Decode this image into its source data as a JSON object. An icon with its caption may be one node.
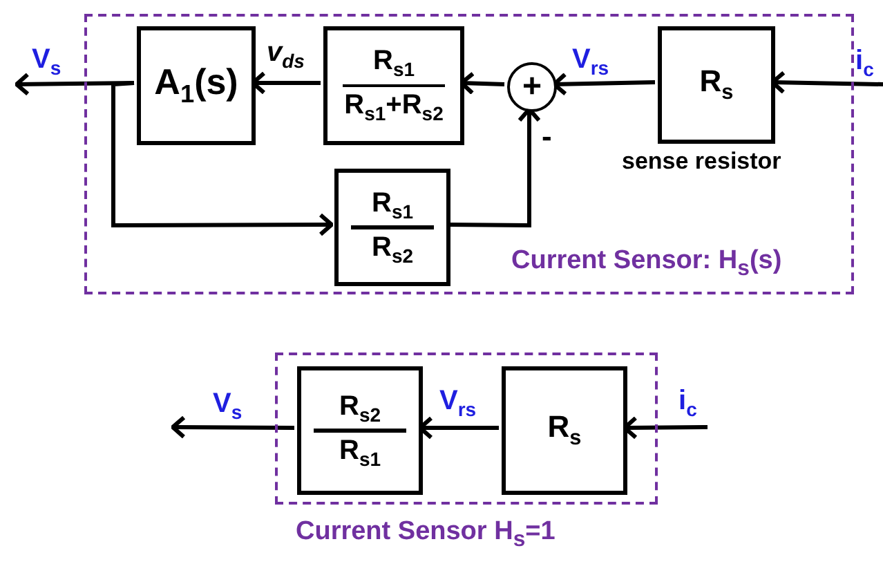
{
  "diagram": {
    "nodes": [
      {
        "text": [
          "Current Sensor: H$_{s}$(s)"
        ]
      },
      {
        "text": [
          "A$_{1}$(s)"
        ],
        "in": 0
      },
      {
        "text": [
          "R$_{s1}$",
          "R$_{s1}$+R$_{s2}$"
        ],
        "in": 0
      },
      {
        "text": [
          "+"
        ],
        "in": 0,
        "beside": [
          "-"
        ]
      },
      {
        "text": [
          "R$_{s}$"
        ],
        "in": 0,
        "beside": [
          "sense resistor"
        ]
      },
      {
        "text": [
          "R$_{s1}$",
          "R$_{s2}$"
        ],
        "in": 0
      },
      {
        "text": [
          "Current Sensor H$_{s}$=1"
        ]
      },
      {
        "text": [
          "R$_{s2}$",
          "R$_{s1}$"
        ],
        "in": 6
      },
      {
        "text": [
          "R$_{s}$"
        ],
        "in": 6
      }
    ],
    "edges": [
      {
        "from": null,
        "to": 4,
        "arrow": "to",
        "label": "i$_{c}$"
      },
      {
        "from": 4,
        "to": 3,
        "arrow": "to",
        "label": "V$_{rs}$"
      },
      {
        "from": 3,
        "to": 2,
        "arrow": "to"
      },
      {
        "from": 2,
        "to": 1,
        "arrow": "to",
        "label": "v$_{ds}$"
      },
      {
        "from": 1,
        "to": null,
        "arrow": "to",
        "label": "V$_{s}$"
      },
      {
        "from": 1,
        "to": 5,
        "arrow": "to"
      },
      {
        "from": 5,
        "to": 3,
        "arrow": "to"
      },
      {
        "from": null,
        "to": 8,
        "arrow": "to",
        "label": "i$_{c}$"
      },
      {
        "from": 8,
        "to": 7,
        "arrow": "to",
        "label": "V$_{rs}$"
      },
      {
        "from": 7,
        "to": null,
        "arrow": "to",
        "label": "V$_{s}$"
      }
    ]
  }
}
